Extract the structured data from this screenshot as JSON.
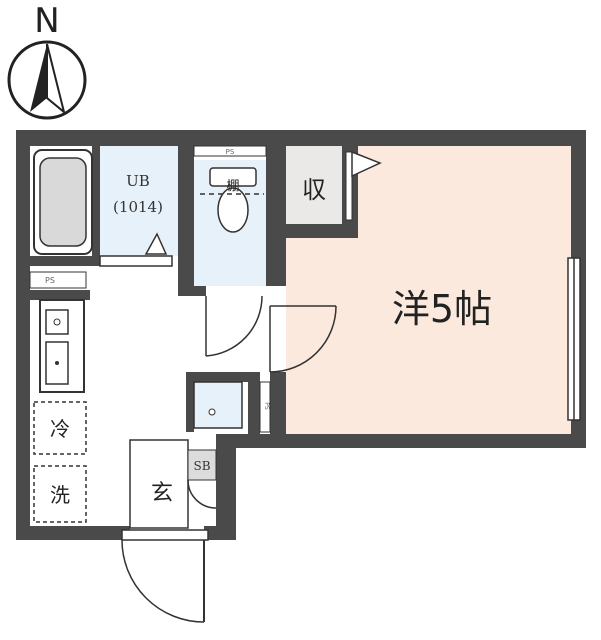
{
  "compass": {
    "label": "N"
  },
  "rooms": {
    "western": {
      "label": "洋5帖"
    },
    "storage": {
      "label": "収"
    },
    "bath": {
      "label": "UB",
      "size": "(1014)"
    },
    "toilet_shelf": {
      "label": "棚"
    },
    "entrance": {
      "label": "玄"
    },
    "shoe_box": {
      "label": "SB"
    },
    "fridge": {
      "label": "冷"
    },
    "washer": {
      "label": "洗"
    }
  },
  "pipe_spaces": {
    "top": "PS",
    "left": "PS",
    "right": "PS"
  },
  "colors": {
    "wall": "#4a4a4a",
    "western_fill": "#fbe9dd",
    "bath_fill": "#e6f1f9",
    "storage_fill": "#ebe8e8",
    "shoe_fill": "#dcdcdc"
  }
}
